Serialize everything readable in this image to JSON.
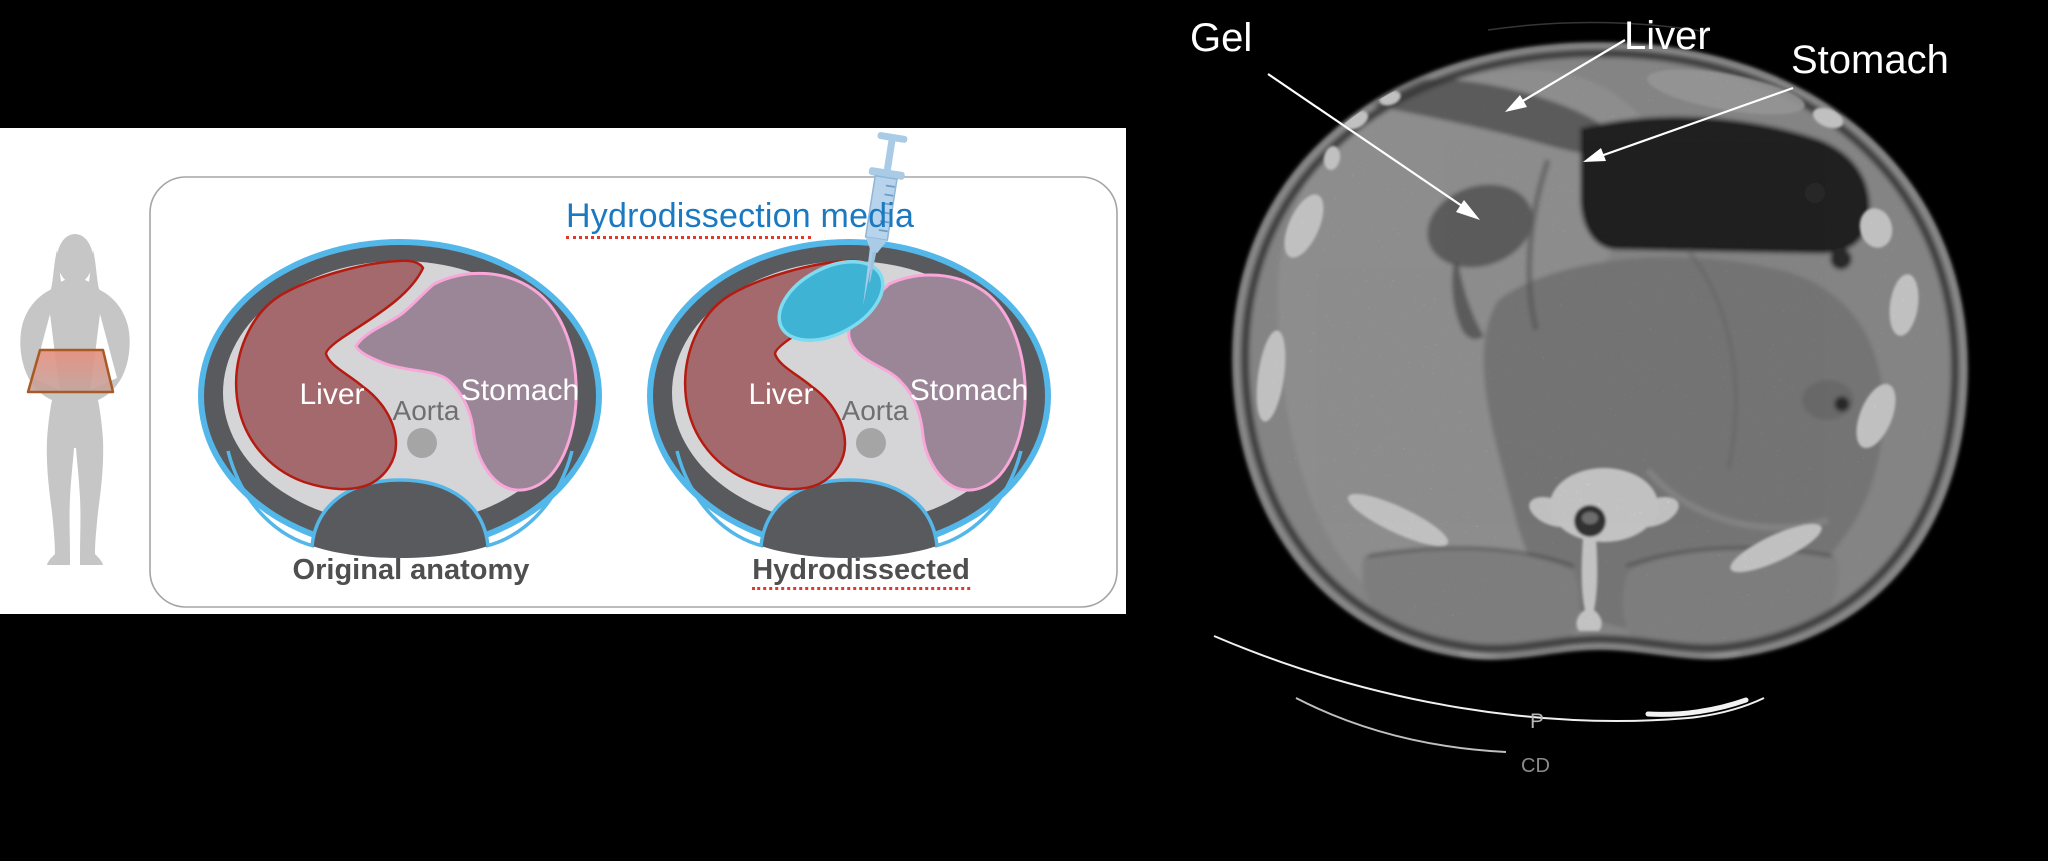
{
  "left_panel": {
    "media_label": {
      "underlined": "Hydrodissection",
      "rest": "media"
    },
    "diagrams": [
      {
        "caption": "Original anatomy",
        "liver": "Liver",
        "stomach": "Stomach",
        "aorta": "Aorta"
      },
      {
        "caption": "Hydrodissected",
        "liver": "Liver",
        "stomach": "Stomach",
        "aorta": "Aorta"
      }
    ],
    "colors": {
      "outline_blue": "#53b7ea",
      "body_wall_gray": "#595a5e",
      "interior_gray": "#d5d5d7",
      "liver_fill": "#a3696c",
      "liver_stroke": "#b51b10",
      "stomach_fill": "#9b8698",
      "stomach_stroke": "#f9a6d9",
      "gel_fill": "#3fb3d4",
      "gel_stroke": "#7fdcf0",
      "aorta_fill": "#a5a5a5",
      "label_blue": "#1b79c2",
      "caption_gray": "#4f4f4f",
      "syringe_blue": "#a9cbe6",
      "silhouette_gray": "#c6c6c6",
      "scan_highlight_fill": "#e5907f",
      "scan_highlight_stroke": "#a85a26"
    }
  },
  "ct_panel": {
    "annotations": [
      {
        "label": "Gel"
      },
      {
        "label": "Liver"
      },
      {
        "label": "Stomach"
      }
    ],
    "markers": {
      "posterior": "P",
      "lower": "CD"
    }
  }
}
